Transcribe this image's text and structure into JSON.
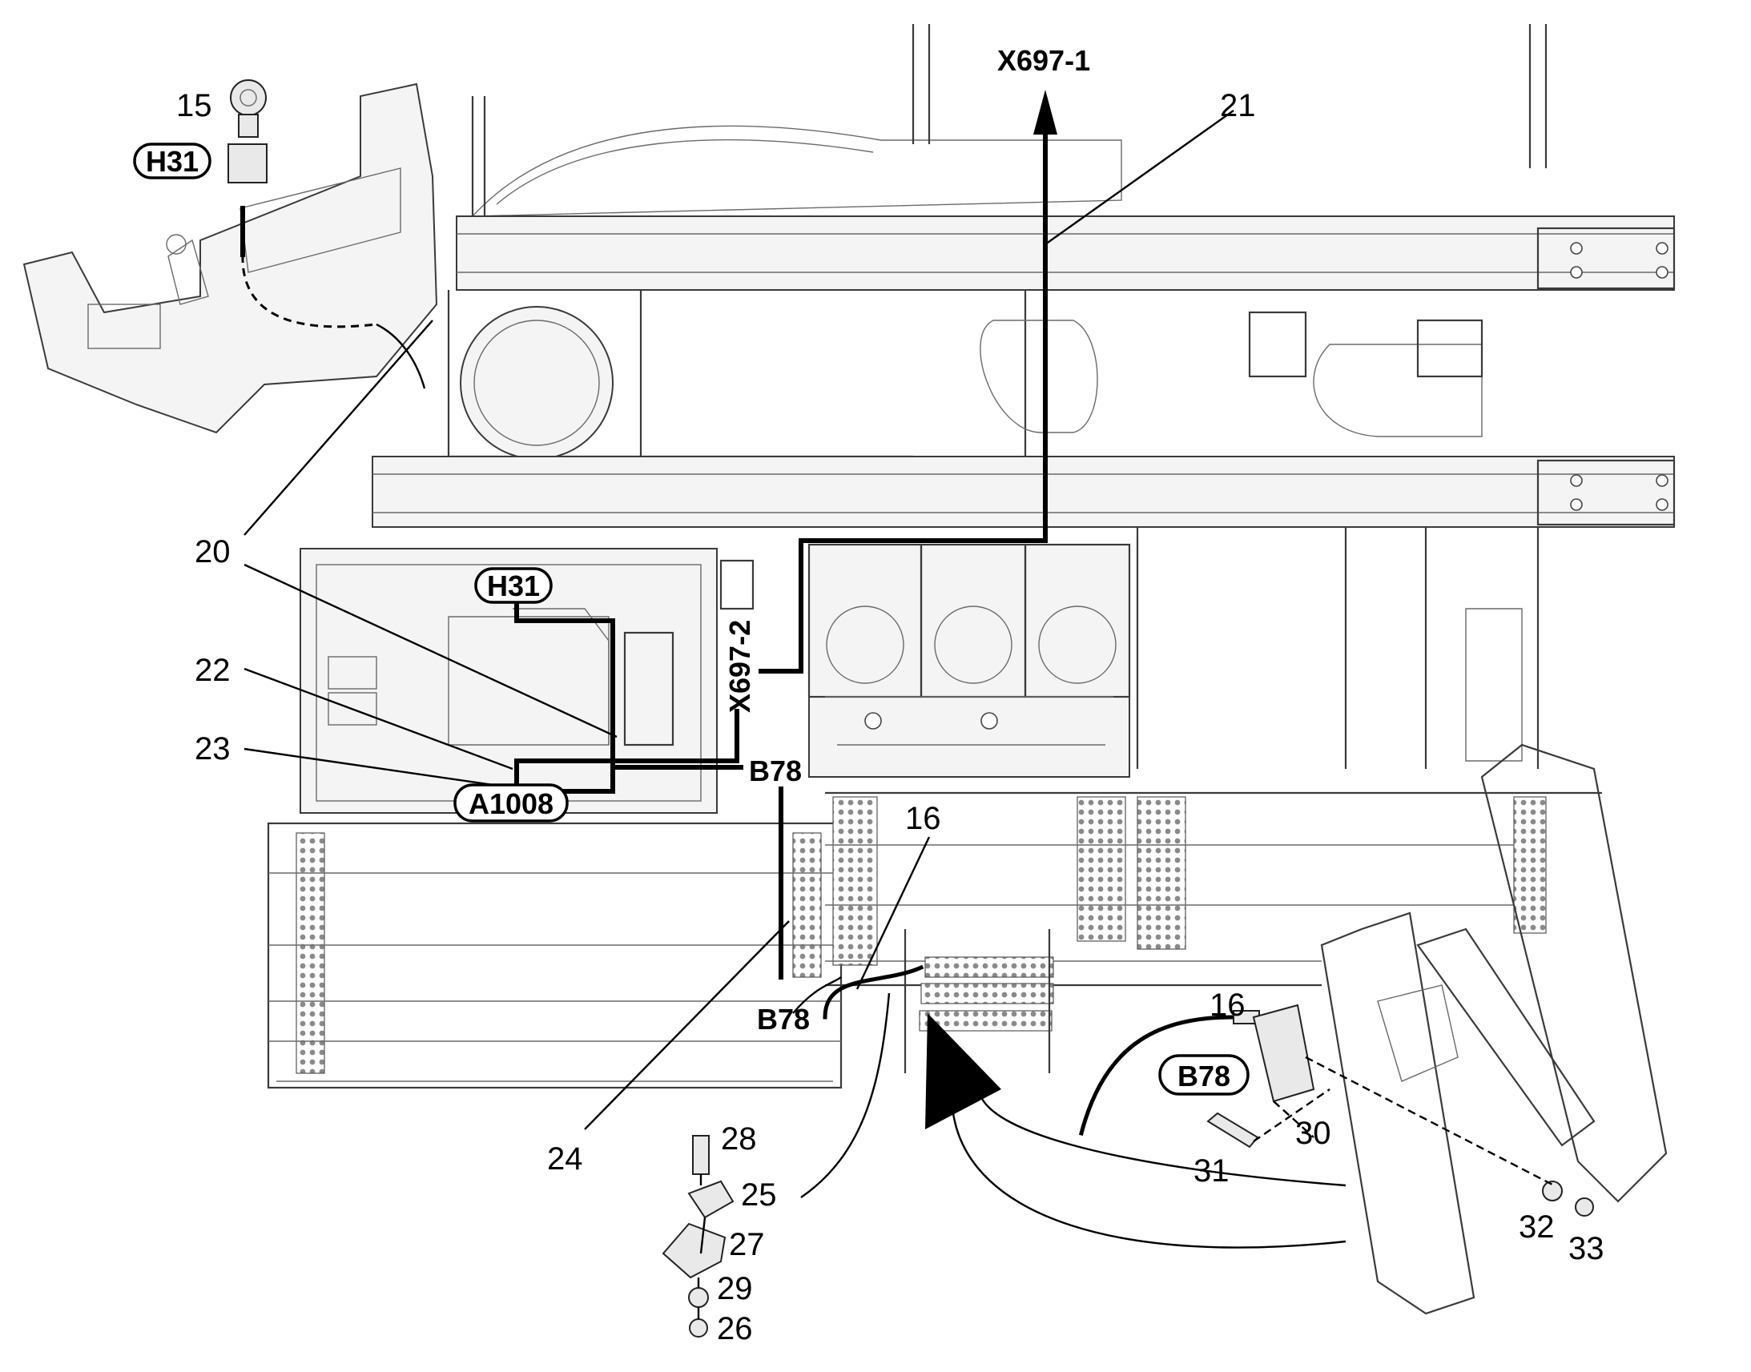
{
  "labels": {
    "x697_1": "X697-1",
    "x697_2": "X697-2",
    "h31_top": "H31",
    "h31_mid": "H31",
    "a1008": "A1008",
    "b78_top": "B78",
    "b78_bottom": "B78",
    "b78_detail": "B78"
  },
  "callouts": {
    "n15": "15",
    "n16a": "16",
    "n16b": "16",
    "n20": "20",
    "n21": "21",
    "n22": "22",
    "n23": "23",
    "n24": "24",
    "n25": "25",
    "n26": "26",
    "n27": "27",
    "n28": "28",
    "n29": "29",
    "n30": "30",
    "n31": "31",
    "n32": "32",
    "n33": "33"
  }
}
